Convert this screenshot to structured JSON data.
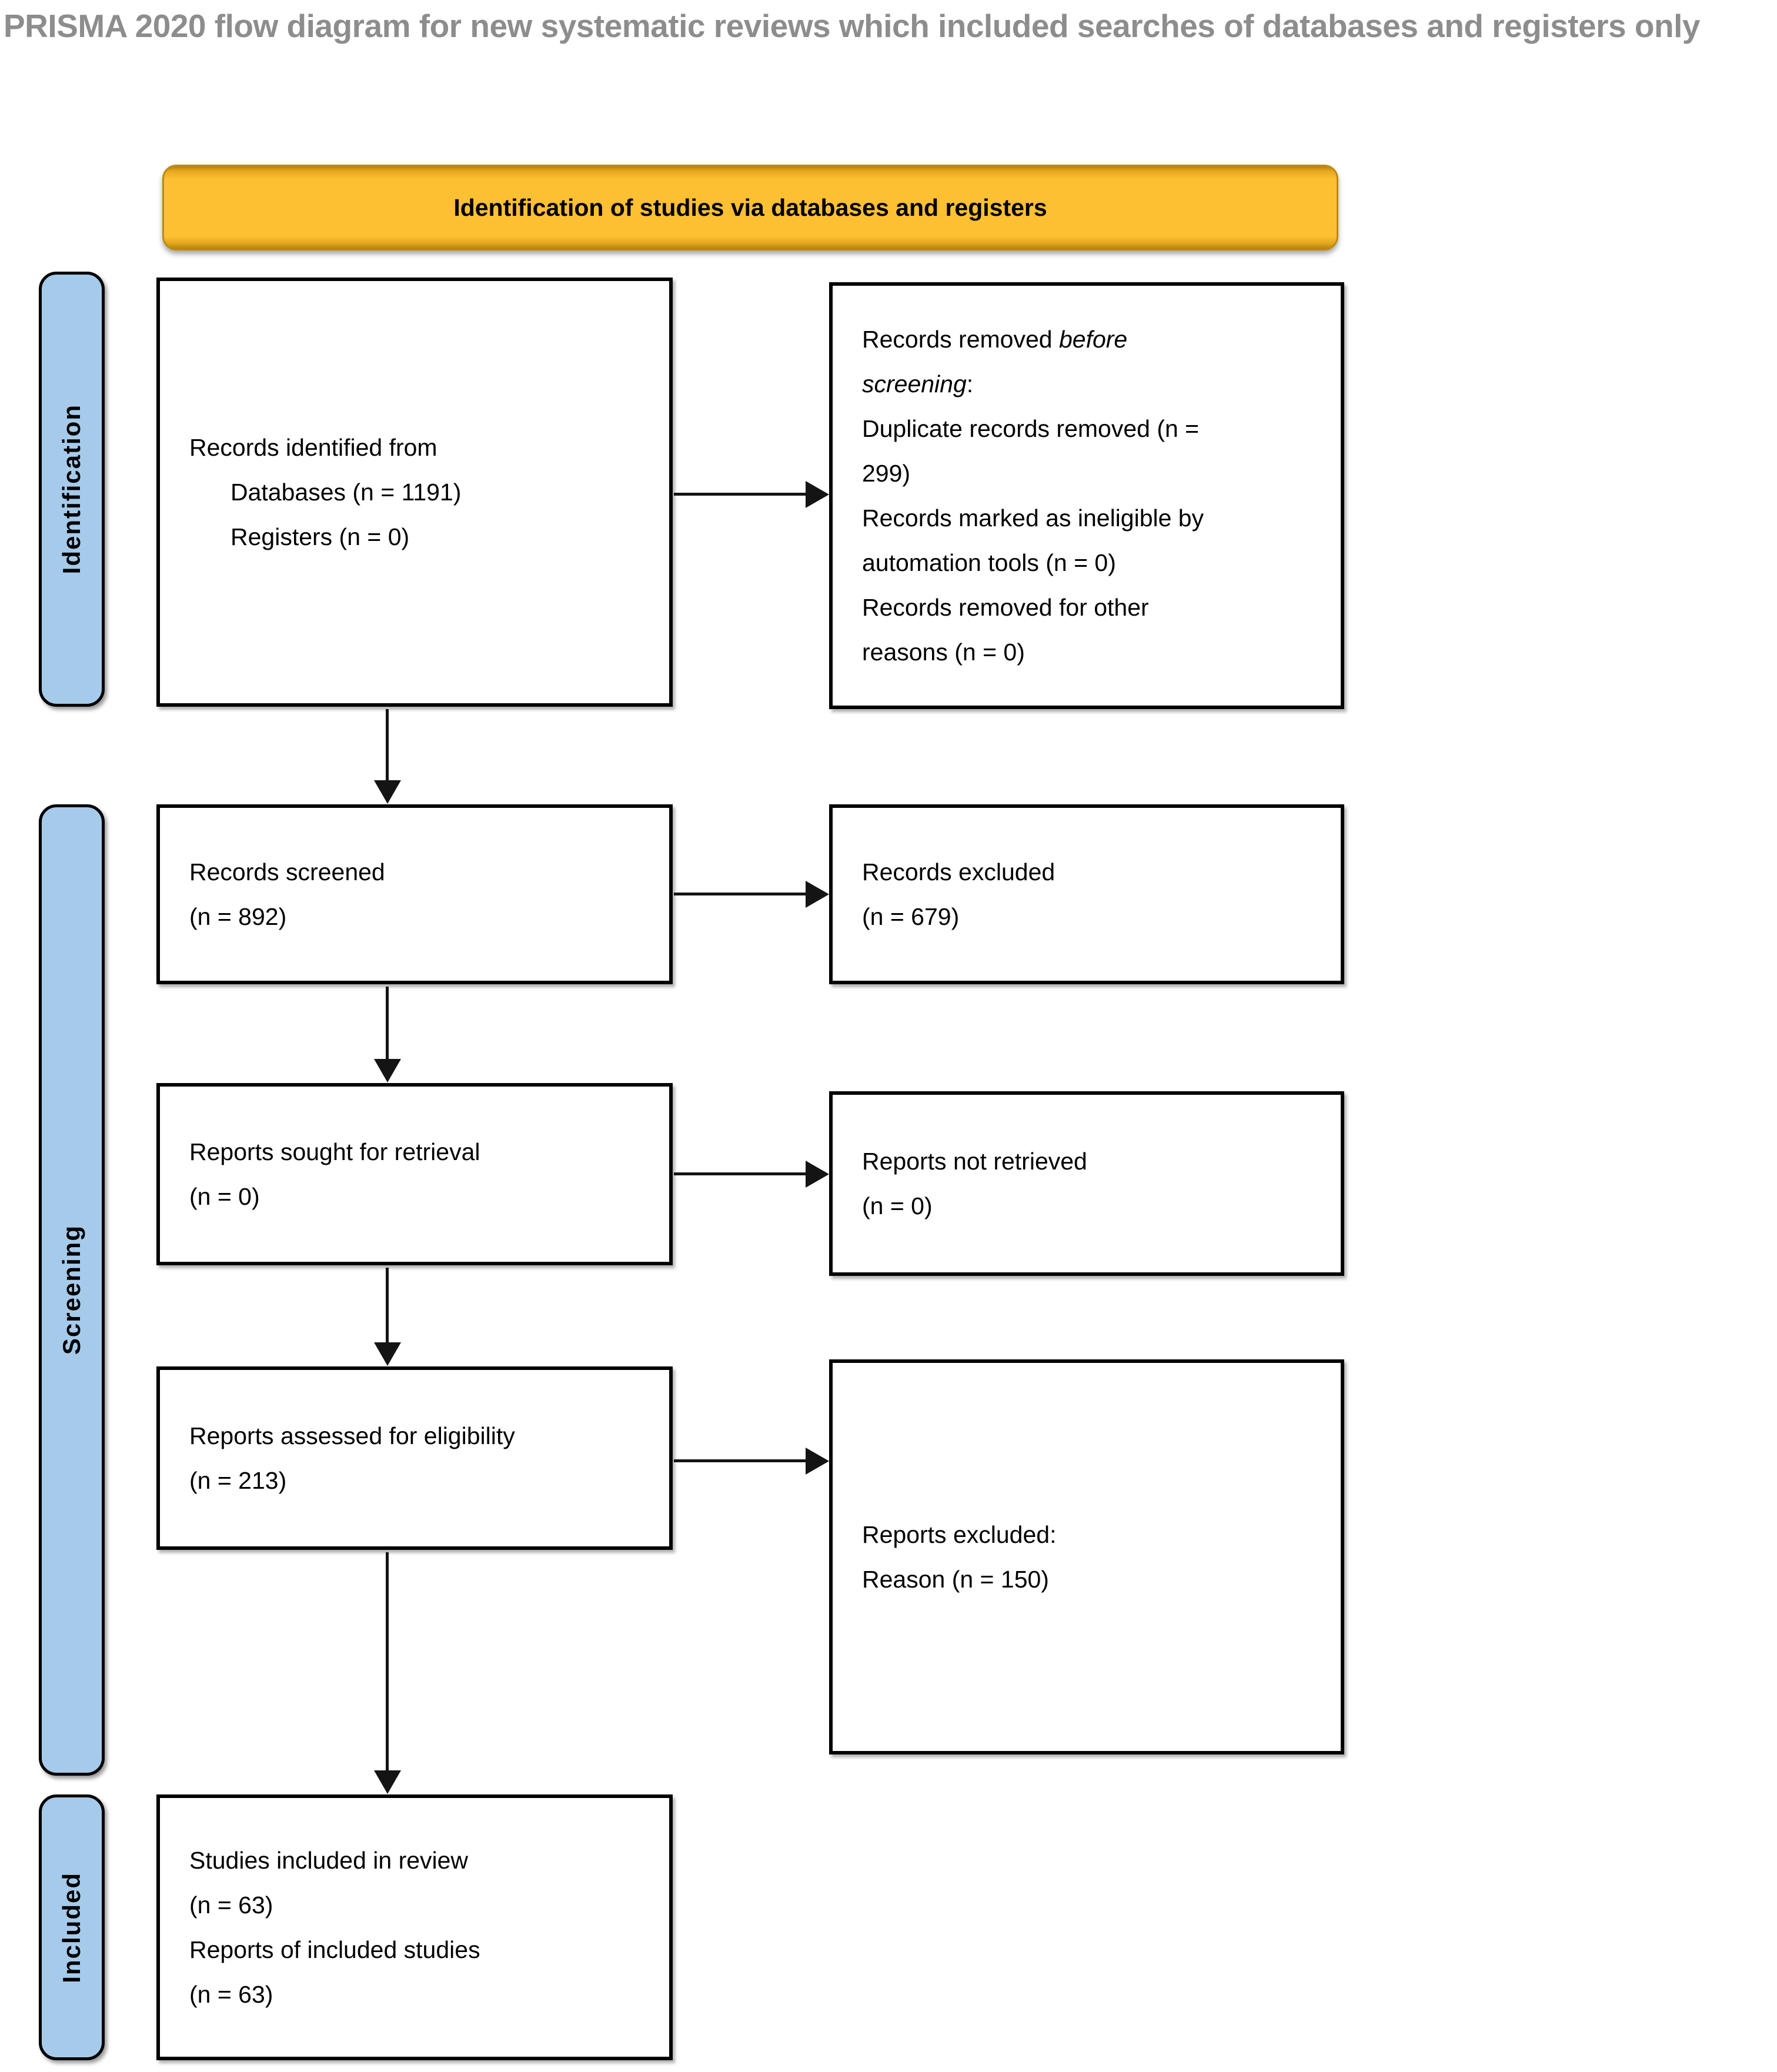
{
  "colors": {
    "banner_fill": "#FDC033",
    "banner_border": "#BE8A10",
    "stage_fill": "#A6CAEA",
    "stage_border": "#000000",
    "box_border": "#000000",
    "arrow_color": "#141414",
    "title_color": "#8D8D8D",
    "text_color": "#000000",
    "background": "#FFFFFF"
  },
  "title": "PRISMA 2020 flow diagram for new systematic reviews which included searches of databases and registers only",
  "banner": {
    "label": "Identification of studies via databases and registers"
  },
  "stages": {
    "identification": "Identification",
    "screening": "Screening",
    "included": "Included"
  },
  "boxes": {
    "records_identified": {
      "line1": "Records identified from",
      "line2": "Databases (n = 1191)",
      "line3": "Registers (n = 0)"
    },
    "records_removed": {
      "line1_regular": "Records removed ",
      "line1_italic": "before",
      "line2_italic": "screening",
      "line2_regular": ":",
      "detail_lines": [
        "Duplicate records removed (n =",
        "299)",
        "Records marked as ineligible by",
        "automation tools (n = 0)",
        "Records removed for other",
        "reasons (n = 0)"
      ]
    },
    "records_screened": {
      "line1": "Records screened",
      "line2": "(n = 892)"
    },
    "records_excluded": {
      "line1": "Records excluded",
      "line2": "(n = 679)"
    },
    "reports_sought": {
      "line1": "Reports sought for retrieval",
      "line2": "(n = 0)"
    },
    "reports_not_retrieved": {
      "line1": "Reports not retrieved",
      "line2": "(n = 0)"
    },
    "reports_assessed": {
      "line1": "Reports assessed for eligibility",
      "line2": "(n = 213)"
    },
    "reports_excluded": {
      "line1": "Reports excluded:",
      "line2": "Reason (n = 150)"
    },
    "studies_included": {
      "line1": "Studies included in review",
      "line2": "(n = 63)",
      "line3": "Reports of included studies",
      "line4": "(n = 63)"
    }
  }
}
